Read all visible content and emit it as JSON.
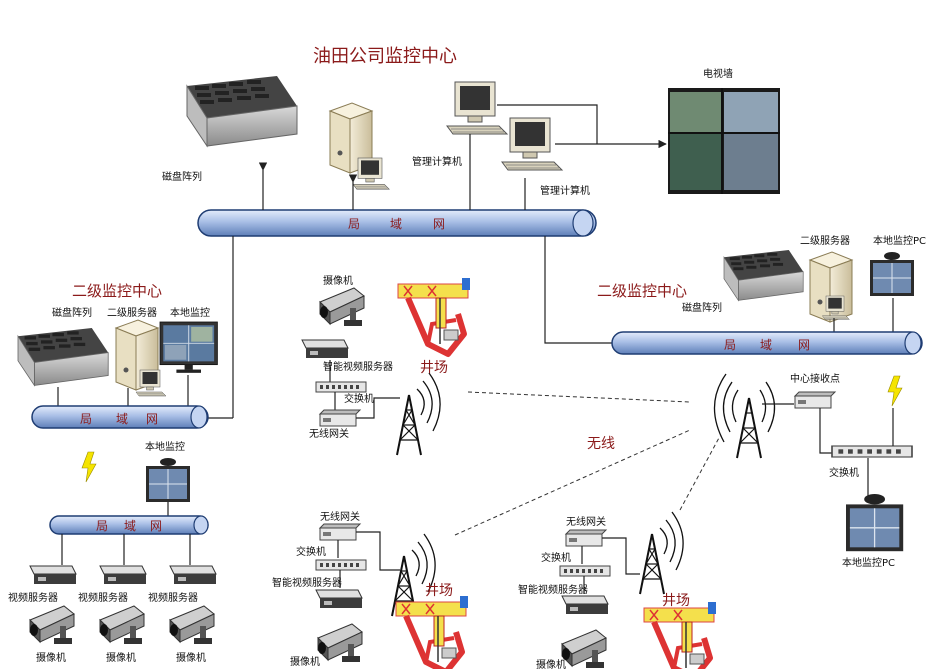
{
  "title": "油田公司监控中心",
  "center": {
    "disk_array": "磁盘阵列",
    "mgmt_pc_1": "管理计算机",
    "mgmt_pc_2": "管理计算机",
    "video_wall": "电视墙",
    "lan": [
      "局",
      "域",
      "网"
    ]
  },
  "left_center": {
    "title": "二级监控中心",
    "disk_array": "磁盘阵列",
    "server": "二级服务器",
    "local_monitor": "本地监控",
    "lan1": [
      "局",
      "域",
      "网"
    ],
    "local_monitor_2": "本地监控",
    "lan2": [
      "局",
      "域",
      "网"
    ],
    "video_servers": [
      "视频服务器",
      "视频服务器",
      "视频服务器"
    ],
    "cameras": [
      "摄像机",
      "摄像机",
      "摄像机"
    ]
  },
  "right_center": {
    "title": "二级监控中心",
    "disk_array": "磁盘阵列",
    "server": "二级服务器",
    "local_pc": "本地监控PC",
    "lan": [
      "局",
      "域",
      "网"
    ],
    "receiver": "中心接收点",
    "switch": "交换机",
    "local_pc_2": "本地监控PC"
  },
  "wireless": "无线",
  "well_top": {
    "camera": "摄像机",
    "smart_server": "智能视频服务器",
    "switch": "交换机",
    "gateway": "无线网关",
    "site": "井场"
  },
  "well_bl": {
    "gateway": "无线网关",
    "switch": "交换机",
    "smart_server": "智能视频服务器",
    "camera": "摄像机",
    "site": "井场"
  },
  "well_br": {
    "gateway": "无线网关",
    "switch": "交换机",
    "smart_server": "智能视频服务器",
    "camera": "摄像机",
    "site": "井场"
  },
  "colors": {
    "label_red": "#8b1a1a",
    "pipe_fill": "#a9bfe6",
    "pipe_stroke": "#1f3d73",
    "bolt": "#f5e400"
  }
}
